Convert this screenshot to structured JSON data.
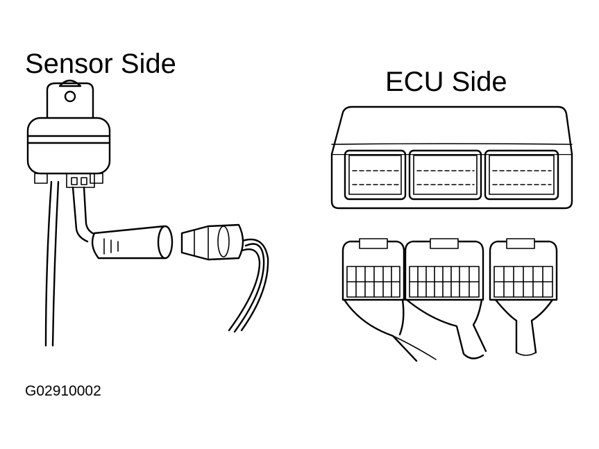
{
  "labels": {
    "sensor_side": "Sensor Side",
    "ecu_side": "ECU Side",
    "figure_code": "G02910002"
  },
  "colors": {
    "line": "#000000",
    "background": "#ffffff"
  }
}
